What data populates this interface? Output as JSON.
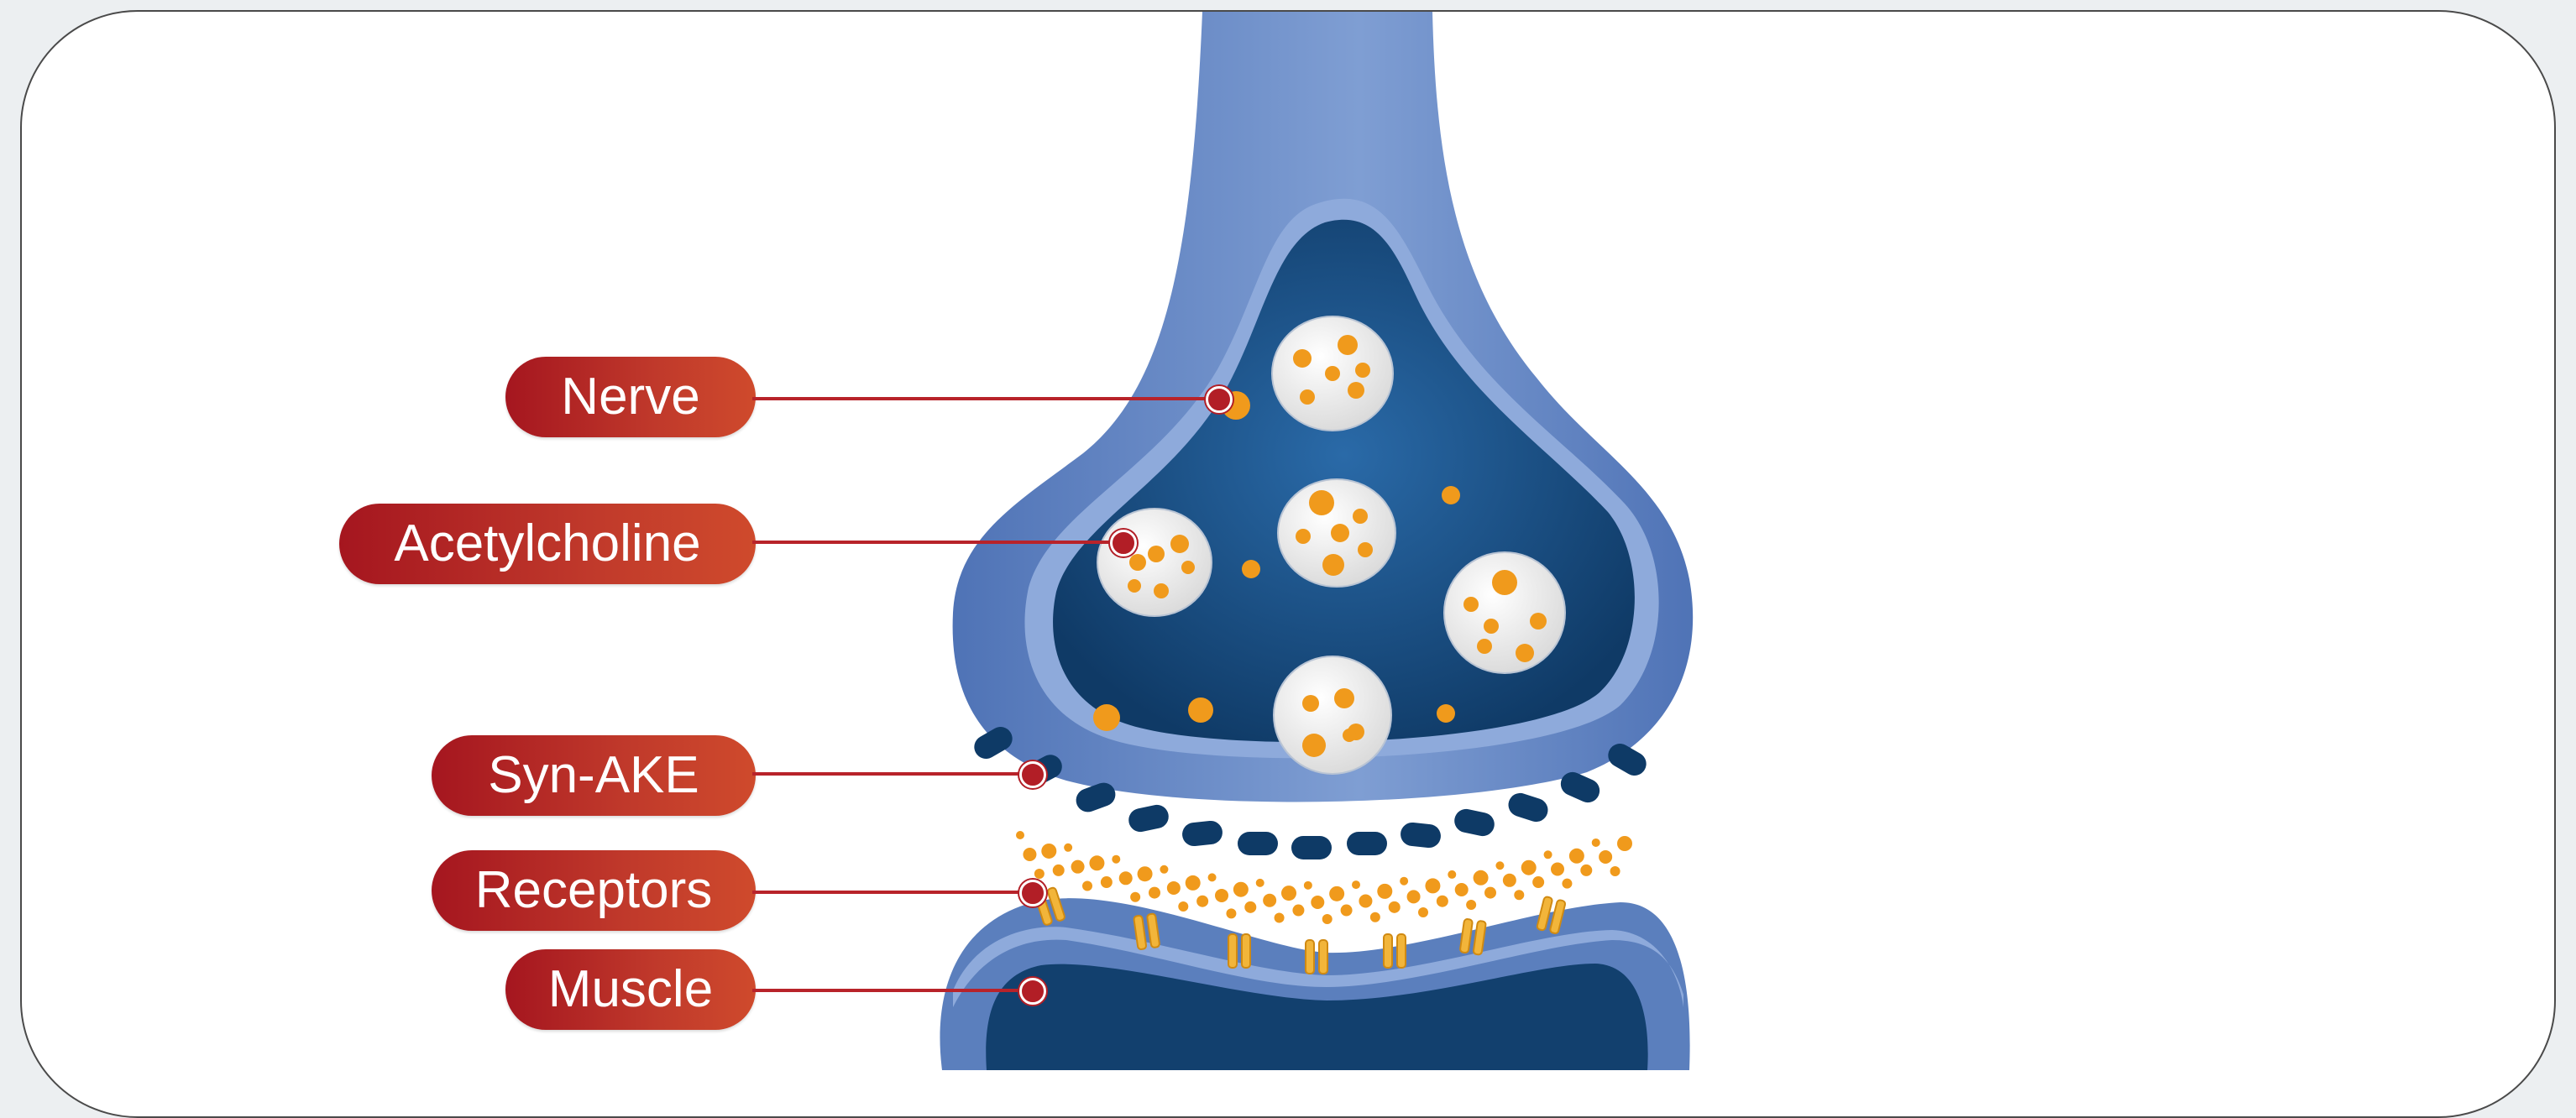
{
  "labels": {
    "nerve": "Nerve",
    "acetylcholine": "Acetylcholine",
    "syn_ake": "Syn-AKE",
    "receptors": "Receptors",
    "muscle": "Muscle"
  },
  "colors": {
    "label_red": "#b21e26",
    "nerve_outer": "#5b7fbd",
    "nerve_inner": "#12406e",
    "vesicle": "#efefef",
    "neurotransmitter": "#f09a1c",
    "receptor": "#f2b53a",
    "blocker": "#0e3a66"
  }
}
